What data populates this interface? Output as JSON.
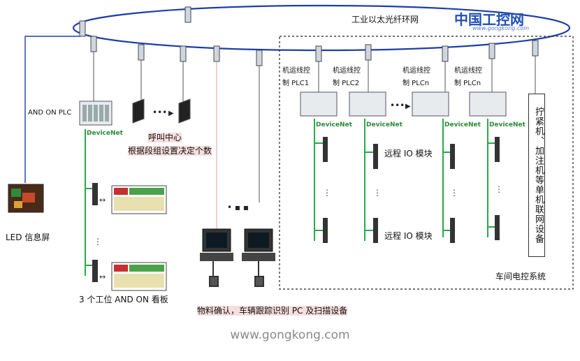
{
  "diagram": {
    "ring_label": "工业以太光纤环网",
    "workshop_label": "车间电控系统",
    "andon_plc_label": "AND ON PLC",
    "call_center_label": "呼叫中心",
    "call_center_note": "根据段组设置决定个数",
    "led_label": "LED 信息屏",
    "andon_board_label": "3 个工位 AND ON 看板",
    "pc_label": "物料确认，车辆跟踪识别 PC 及扫描设备",
    "remote_io_label_1": "远程 IO 模块",
    "remote_io_label_2": "远程 IO 模块",
    "vertical_box_text": "拧紧机、加注机等单机联网设备",
    "plcs": [
      {
        "line1": "机运线控",
        "line2": "制 PLC1"
      },
      {
        "line1": "机运线控",
        "line2": "制 PLC2"
      },
      {
        "line1": "机运线控",
        "line2": "制 PLCn"
      },
      {
        "line1": "机运线控",
        "line2": "制 PLCn"
      }
    ],
    "devicenet_labels": [
      "DeviceNet",
      "DeviceNet",
      "DeviceNet",
      "DeviceNet",
      "DeviceNet"
    ]
  },
  "watermark": {
    "logo_text": "中国工控网",
    "logo_sub": "www.gongkong.com",
    "footer": "www.gongkong.com"
  },
  "colors": {
    "ring": "#1e3fa8",
    "bus": "#2aa84a",
    "pink_label": "#f7dede",
    "dashed_border": "#222222"
  }
}
